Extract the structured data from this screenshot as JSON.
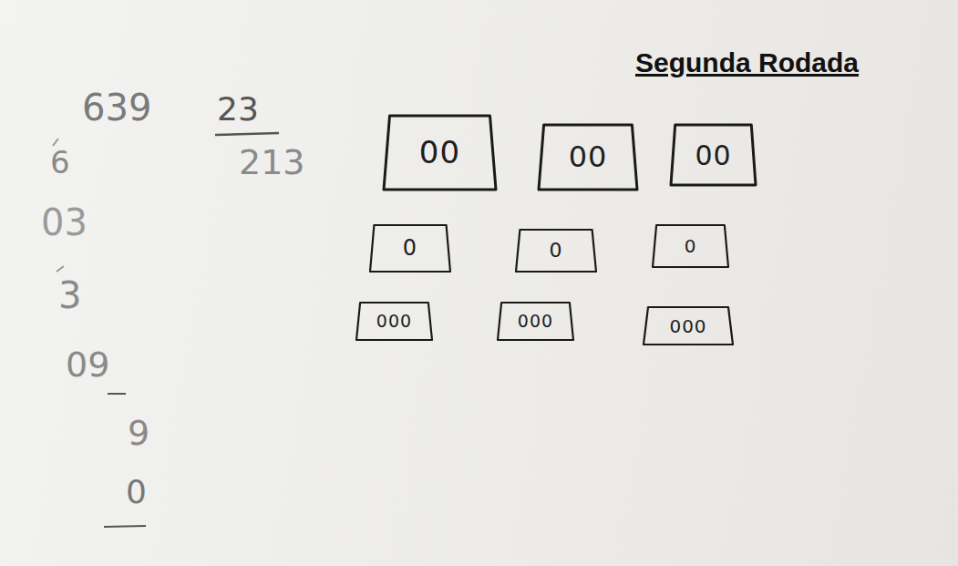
{
  "diagram": {
    "title": "Segunda Rodada",
    "nodes": [
      {
        "text": [
          "00"
        ]
      },
      {
        "text": [
          "00"
        ]
      },
      {
        "text": [
          "00"
        ]
      },
      {
        "text": [
          "0"
        ]
      },
      {
        "text": [
          "0"
        ]
      },
      {
        "text": [
          "0"
        ]
      },
      {
        "text": [
          "000"
        ]
      },
      {
        "text": [
          "000"
        ]
      },
      {
        "text": [
          "000"
        ]
      }
    ],
    "labels": [
      "639",
      "23",
      "213",
      "6",
      "03",
      "3",
      "09",
      "9",
      "0"
    ]
  }
}
